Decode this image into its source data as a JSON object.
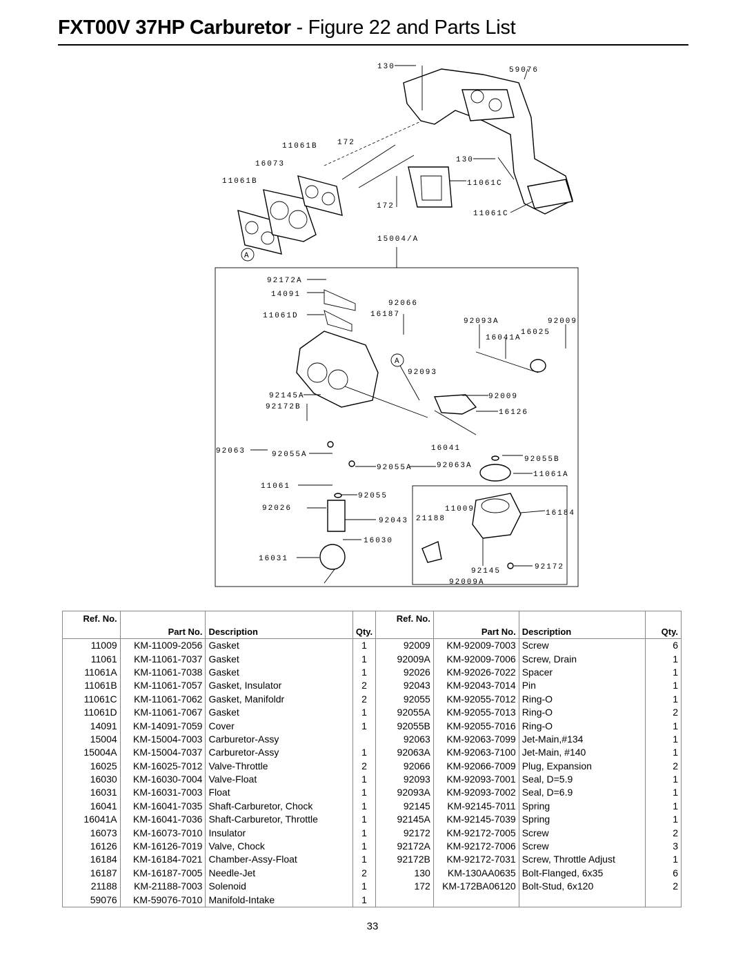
{
  "page": {
    "title_bold": "FXT00V 37HP Carburetor",
    "title_normal": " - Figure 22 and Parts List",
    "page_number": "33"
  },
  "diagram": {
    "labels": {
      "l130a": "130",
      "l59076": "59076",
      "l11061b1": "11061B",
      "l172a": "172",
      "l16073": "16073",
      "l11061b2": "11061B",
      "l130b": "130",
      "l11061c1": "11061C",
      "l172b": "172",
      "l11061c2": "11061C",
      "l15004a": "15004/A",
      "lA1": "A",
      "l92172a": "92172A",
      "l14091": "14091",
      "l92066": "92066",
      "l11061d": "11061D",
      "l16187": "16187",
      "l92093a": "92093A",
      "l92009a": "92009",
      "l16025": "16025",
      "l16041a": "16041A",
      "lA2": "A",
      "l92093": "92093",
      "l92145a": "92145A",
      "l92009b": "92009",
      "l92172b": "92172B",
      "l16126": "16126",
      "l92063": "92063",
      "l92055a1": "92055A",
      "l16041": "16041",
      "l92055b": "92055B",
      "l92055a2": "92055A",
      "l92063a": "92063A",
      "l11061a": "11061A",
      "l11061": "11061",
      "l92055": "92055",
      "l92026": "92026",
      "l11009": "11009",
      "l21188": "21188",
      "l92043": "92043",
      "l16184": "16184",
      "l16030": "16030",
      "l16031": "16031",
      "l92145": "92145",
      "l92172": "92172",
      "l92009a2": "92009A"
    }
  },
  "table": {
    "headers": {
      "ref_no": "Ref. No.",
      "part_no": "Part No.",
      "description": "Description",
      "qty": "Qty."
    },
    "rows": [
      {
        "ref": "11009",
        "part": "KM-11009-2056",
        "desc": "Gasket",
        "qty": "1",
        "ref2": "92009",
        "part2": "KM-92009-7003",
        "desc2": "Screw",
        "qty2": "6"
      },
      {
        "ref": "11061",
        "part": "KM-11061-7037",
        "desc": "Gasket",
        "qty": "1",
        "ref2": "92009A",
        "part2": "KM-92009-7006",
        "desc2": "Screw, Drain",
        "qty2": "1"
      },
      {
        "ref": "11061A",
        "part": "KM-11061-7038",
        "desc": "Gasket",
        "qty": "1",
        "ref2": "92026",
        "part2": "KM-92026-7022",
        "desc2": "Spacer",
        "qty2": "1"
      },
      {
        "ref": "11061B",
        "part": "KM-11061-7057",
        "desc": "Gasket, Insulator",
        "qty": "2",
        "ref2": "92043",
        "part2": "KM-92043-7014",
        "desc2": "Pin",
        "qty2": "1"
      },
      {
        "ref": "11061C",
        "part": "KM-11061-7062",
        "desc": "Gasket, Manifoldr",
        "qty": "2",
        "ref2": "92055",
        "part2": "KM-92055-7012",
        "desc2": "Ring-O",
        "qty2": "1"
      },
      {
        "ref": "11061D",
        "part": "KM-11061-7067",
        "desc": "Gasket",
        "qty": "1",
        "ref2": "92055A",
        "part2": "KM-92055-7013",
        "desc2": "Ring-O",
        "qty2": "2"
      },
      {
        "ref": "14091",
        "part": "KM-14091-7059",
        "desc": "Cover",
        "qty": "1",
        "ref2": "92055B",
        "part2": "KM-92055-7016",
        "desc2": "Ring-O",
        "qty2": "1"
      },
      {
        "ref": "15004",
        "part": "KM-15004-7003",
        "desc": "Carburetor-Assy",
        "qty": "",
        "ref2": "92063",
        "part2": "KM-92063-7099",
        "desc2": "Jet-Main,#134",
        "qty2": "1"
      },
      {
        "ref": "15004A",
        "part": "KM-15004-7037",
        "desc": "Carburetor-Assy",
        "qty": "1",
        "ref2": "92063A",
        "part2": "KM-92063-7100",
        "desc2": "Jet-Main, #140",
        "qty2": "1"
      },
      {
        "ref": "16025",
        "part": "KM-16025-7012",
        "desc": "Valve-Throttle",
        "qty": "2",
        "ref2": "92066",
        "part2": "KM-92066-7009",
        "desc2": "Plug, Expansion",
        "qty2": "2"
      },
      {
        "ref": "16030",
        "part": "KM-16030-7004",
        "desc": "Valve-Float",
        "qty": "1",
        "ref2": "92093",
        "part2": "KM-92093-7001",
        "desc2": "Seal, D=5.9",
        "qty2": "1"
      },
      {
        "ref": "16031",
        "part": "KM-16031-7003",
        "desc": "Float",
        "qty": "1",
        "ref2": "92093A",
        "part2": "KM-92093-7002",
        "desc2": "Seal, D=6.9",
        "qty2": "1"
      },
      {
        "ref": "16041",
        "part": "KM-16041-7035",
        "desc": "Shaft-Carburetor, Chock",
        "qty": "1",
        "ref2": "92145",
        "part2": "KM-92145-7011",
        "desc2": "Spring",
        "qty2": "1"
      },
      {
        "ref": "16041A",
        "part": "KM-16041-7036",
        "desc": "Shaft-Carburetor, Throttle",
        "qty": "1",
        "ref2": "92145A",
        "part2": "KM-92145-7039",
        "desc2": "Spring",
        "qty2": "1"
      },
      {
        "ref": "16073",
        "part": "KM-16073-7010",
        "desc": "Insulator",
        "qty": "1",
        "ref2": "92172",
        "part2": "KM-92172-7005",
        "desc2": "Screw",
        "qty2": "2"
      },
      {
        "ref": "16126",
        "part": "KM-16126-7019",
        "desc": "Valve, Chock",
        "qty": "1",
        "ref2": "92172A",
        "part2": "KM-92172-7006",
        "desc2": "Screw",
        "qty2": "3"
      },
      {
        "ref": "16184",
        "part": "KM-16184-7021",
        "desc": "Chamber-Assy-Float",
        "qty": "1",
        "ref2": "92172B",
        "part2": "KM-92172-7031",
        "desc2": "Screw, Throttle Adjust",
        "qty2": "1"
      },
      {
        "ref": "16187",
        "part": "KM-16187-7005",
        "desc": "Needle-Jet",
        "qty": "2",
        "ref2": "130",
        "part2": "KM-130AA0635",
        "desc2": "Bolt-Flanged, 6x35",
        "qty2": "6"
      },
      {
        "ref": "21188",
        "part": "KM-21188-7003",
        "desc": "Solenoid",
        "qty": "1",
        "ref2": "172",
        "part2": "KM-172BA06120",
        "desc2": "Bolt-Stud, 6x120",
        "qty2": "2"
      },
      {
        "ref": "59076",
        "part": "KM-59076-7010",
        "desc": "Manifold-Intake",
        "qty": "1",
        "ref2": "",
        "part2": "",
        "desc2": "",
        "qty2": ""
      }
    ]
  }
}
